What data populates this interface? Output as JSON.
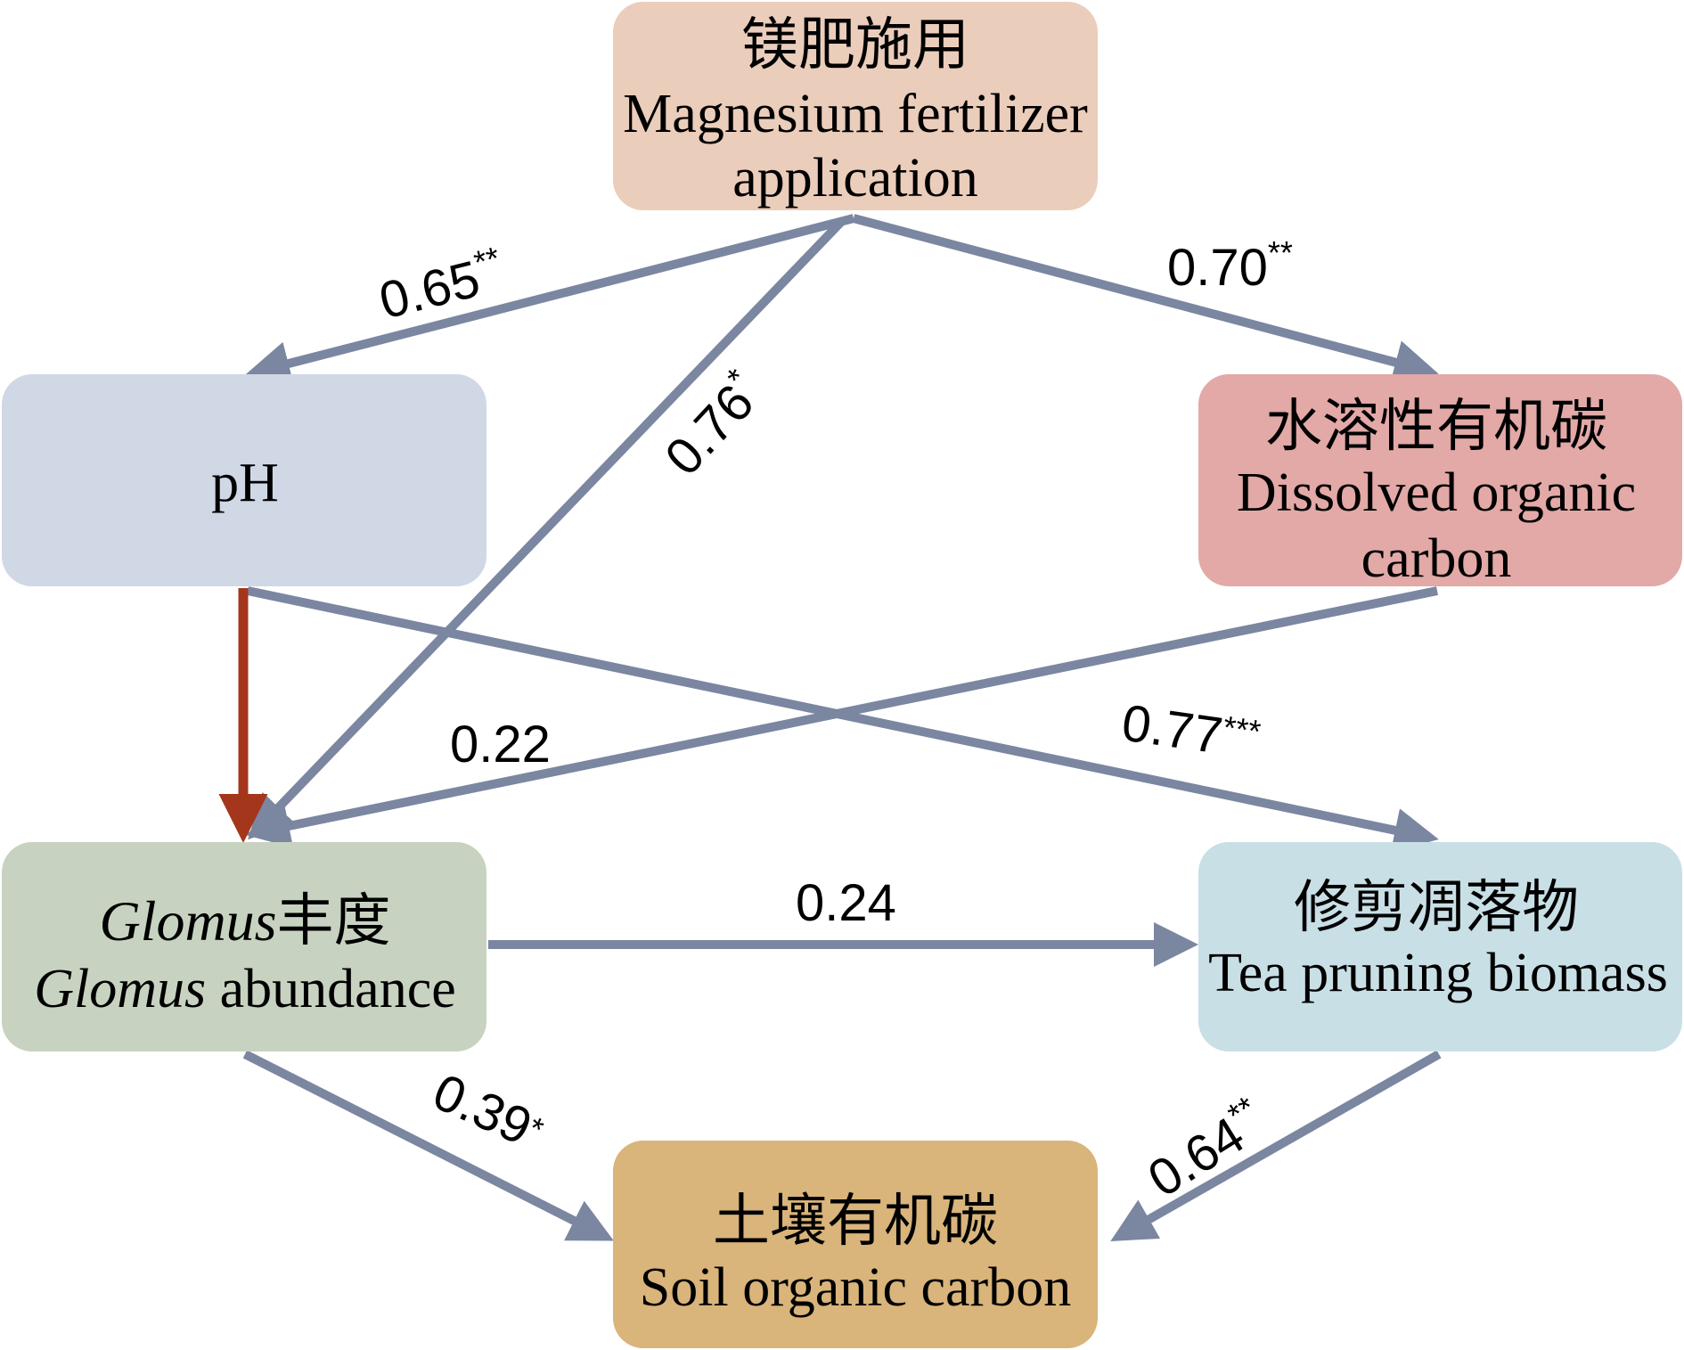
{
  "nodes": {
    "mg": {
      "zh": "镁肥施用",
      "en_line1": "Magnesium fertilizer",
      "en_line2": "application",
      "fill": "#ebcdbb"
    },
    "ph": {
      "label": "pH",
      "fill": "#d0d8e5"
    },
    "doc": {
      "zh": "水溶性有机碳",
      "en_line1": "Dissolved organic",
      "en_line2": "carbon",
      "fill": "#e2a9a7"
    },
    "glomus": {
      "genus": "Glomus",
      "zh_suffix": "丰度",
      "en_suffix": " abundance",
      "fill": "#c7d3c0"
    },
    "tea": {
      "zh": "修剪凋落物",
      "en": "Tea pruning biomass",
      "fill": "#c9dfe6"
    },
    "soc": {
      "zh": "土壤有机碳",
      "en": "Soil organic carbon",
      "fill": "#d9b47b"
    }
  },
  "paths": {
    "mg_ph": {
      "value": "0.65",
      "sig": "**"
    },
    "mg_glomus": {
      "value": "0.76",
      "sig": "*"
    },
    "mg_doc": {
      "value": "0.70",
      "sig": "**"
    },
    "doc_glomus": {
      "value": "0.22",
      "sig": ""
    },
    "ph_tea": {
      "value": "0.77",
      "sig": "***"
    },
    "glomus_tea": {
      "value": "0.24",
      "sig": ""
    },
    "glomus_soc": {
      "value": "0.39",
      "sig": "*"
    },
    "tea_soc": {
      "value": "0.64",
      "sig": "**"
    }
  },
  "colors": {
    "positive_path": "#7b86a1",
    "negative_path": "#a4361c"
  }
}
